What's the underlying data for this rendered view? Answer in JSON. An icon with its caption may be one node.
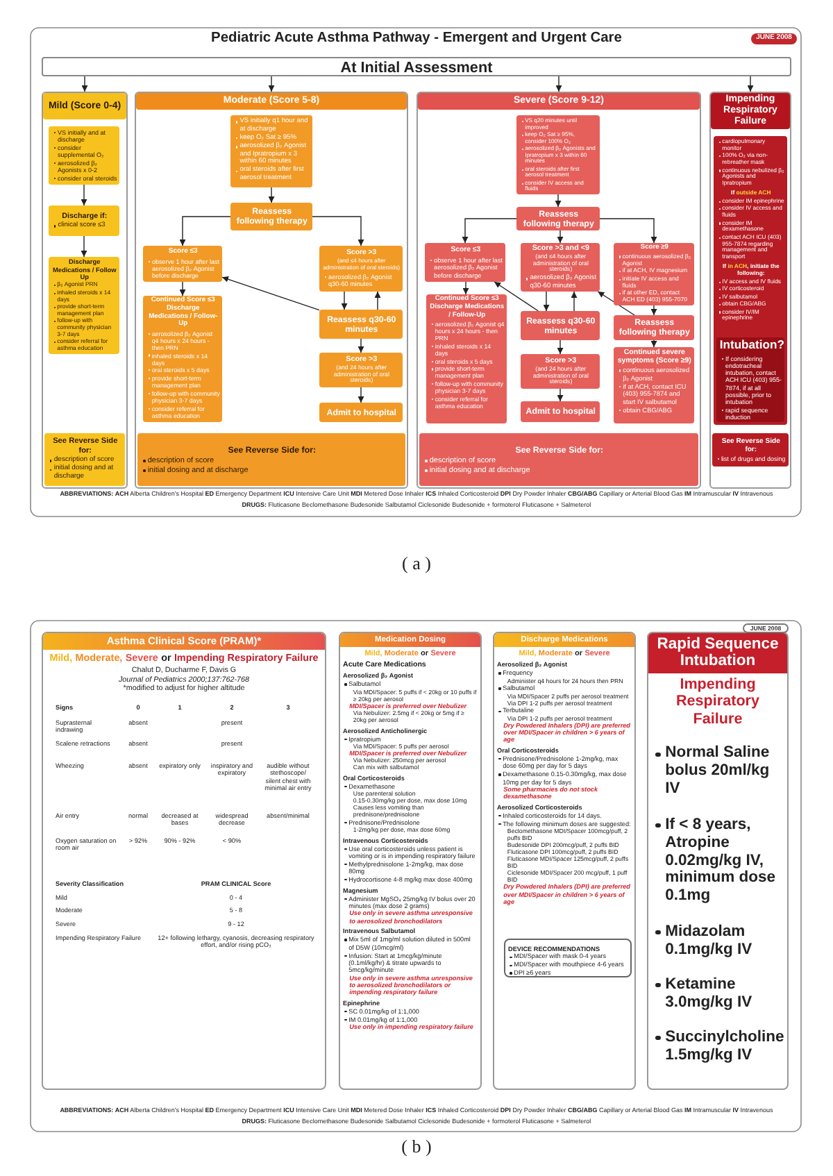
{
  "diagram": {
    "title": "Pediatric Acute Asthma Pathway - Emergent and Urgent Care",
    "nodes": [
      {
        "text": [
          "At Initial Assessment"
        ]
      },
      {
        "text": [
          "Mild (Score 0-4)"
        ]
      },
      {
        "text": [
          "VS initially and at discharge",
          "consider supplemental O₂",
          "aerosolized β₂ Agonists x 0-2",
          "consider oral steroids"
        ],
        "in": 1
      },
      {
        "text": [
          "Discharge if:",
          "clinical score ≤3"
        ],
        "in": 1
      },
      {
        "text": [
          "Discharge Medications / Follow Up",
          "β₂ Agonist PRN",
          "inhaled steroids x 14 days",
          "provide short-term management plan",
          "follow-up with community physician 3-7 days",
          "consider referral for asthma education"
        ],
        "in": 1
      },
      {
        "text": [
          "See Reverse Side for:",
          "description of score",
          "initial dosing and at discharge"
        ],
        "in": 1
      },
      {
        "text": [
          "Moderate (Score 5-8)"
        ]
      },
      {
        "text": [
          "VS initially q1 hour and at discharge",
          "keep O₂ Sat ≥ 95%",
          "aerosolized β₂ Agonist and Ipratropium x 3 within 60 minutes",
          "oral steroids after first aerosol treatment"
        ],
        "in": 6
      },
      {
        "text": [
          "Reassess following therapy"
        ],
        "in": 6
      },
      {
        "text": [
          "Score ≤3",
          "observe 1 hour after last aerosolized β₂ Agonist before discharge"
        ],
        "in": 6
      },
      {
        "text": [
          "Score >3",
          "(and ≤4 hours after administration of oral steroids)",
          "aerosolized β₂ Agonist q30-60 minutes"
        ],
        "in": 6
      },
      {
        "text": [
          "Continued Score ≤3 Discharge Medications / Follow-Up",
          "aerosolized β₂ Agonist q4 hours x 24 hours - then PRN",
          "inhaled steroids x 14 days",
          "oral steroids x 5 days",
          "provide short-term management plan",
          "follow-up with community physician 3-7 days",
          "consider referral for asthma education"
        ],
        "in": 6
      },
      {
        "text": [
          "Reassess q30-60 minutes"
        ],
        "in": 6
      },
      {
        "text": [
          "Score >3",
          "(and 24 hours after administration of oral steroids)"
        ],
        "in": 6
      },
      {
        "text": [
          "Admit to hospital"
        ],
        "in": 6
      },
      {
        "text": [
          "See Reverse Side for:",
          "description of score",
          "initial dosing and at discharge"
        ],
        "in": 6
      },
      {
        "text": [
          "Severe (Score 9-12)"
        ]
      },
      {
        "text": [
          "VS q20 minutes until improved",
          "keep O₂ Sat ≥ 95%, consider 100% O₂",
          "aerosolized β₂ Agonists and Ipratropium x 3 within 60 minutes",
          "oral steroids after first aerosol treatment",
          "consider IV access and fluids"
        ],
        "in": 16
      },
      {
        "text": [
          "Reassess following therapy"
        ],
        "in": 16
      },
      {
        "text": [
          "Score ≤3",
          "observe 1 hour after last aerosolized β₂ Agonist before discharge"
        ],
        "in": 16
      },
      {
        "text": [
          "Score >3 and <9",
          "(and ≤4 hours after administration of oral steroids)",
          "aerosolized β₂ Agonist q30-60 minutes"
        ],
        "in": 16
      },
      {
        "text": [
          "Score ≥9",
          "continuous aerosolized β₂ Agonist",
          "if at ACH, IV magnesium",
          "initiate IV access and fluids",
          "if at other ED, contact ACH ED (403) 955-7070"
        ],
        "in": 16
      },
      {
        "text": [
          "Continued Score ≤3 Discharge Medications / Follow-Up",
          "aerosolized β₂ Agonist q4 hours x 24 hours - then PRN",
          "inhaled steroids x 14 days",
          "oral steroids x 5 days",
          "provide short-term management plan",
          "follow-up with community physician 3-7 days",
          "consider referral for asthma education"
        ],
        "in": 16
      },
      {
        "text": [
          "Reassess q30-60 minutes"
        ],
        "in": 16
      },
      {
        "text": [
          "Reassess following therapy"
        ],
        "in": 16
      },
      {
        "text": [
          "Score >3",
          "(and 24 hours after administration of oral steroids)"
        ],
        "in": 16
      },
      {
        "text": [
          "Continued severe symptoms (Score ≥9)",
          "continuous aerosolized β₂ Agonist",
          "if at ACH, contact ICU (403) 955-7874 and start IV salbutamol",
          "obtain CBG/ABG"
        ],
        "in": 16
      },
      {
        "text": [
          "Admit to hospital"
        ],
        "in": 16
      },
      {
        "text": [
          "See Reverse Side for:",
          "description of score",
          "initial dosing and at discharge"
        ],
        "in": 16
      },
      {
        "text": [
          "Impending Respiratory Failure"
        ]
      },
      {
        "text": [
          "cardiopulmonary monitor",
          "100% O₂ via non-rebreather mask",
          "continuous nebulized β₂ Agonists and Ipratropium",
          "If **outside ACH**",
          "consider IM epinephrine",
          "consider IV access and fluids",
          "consider IM dexamethasone",
          "contact ACH ICU (403) 955-7874 regarding management and transport",
          "If **in ACH**, initiate the following:",
          "IV access and IV fluids",
          "IV corticosteroid",
          "IV salbutamol",
          "obtain CBG/ABG",
          "consider IV/IM epinephrine"
        ],
        "in": 29
      },
      {
        "text": [
          "Intubation?",
          "If considering endotracheal intubation, contact ACH ICU (403) 955-7874, if at all possible, prior to intubation",
          "rapid sequence induction"
        ],
        "in": 30
      },
      {
        "text": [
          "See Reverse Side for:",
          "list of drugs and dosing"
        ],
        "in": 29
      },
      {
        "text": [
          "Asthma Clinical Score (PRAM)*",
          "Mild,",
          "Moderate,",
          "Severe",
          "or",
          "Impending Respiratory Failure",
          "Chalut D, Ducharme F, Davis G",
          "Journal of Pediatrics 2000;137:762-768",
          "*modified to adjust for higher altitude"
        ]
      },
      {
        "text": [
          "Medication Dosing",
          "Mild,",
          "Moderate",
          "or",
          "Severe",
          "Acute Care Medications",
          "Aerosolized β₂ Agonist",
          "Salbutamol",
          "Via MDI/Spacer: 5 puffs if < 20kg or 10 puffs if ≥ 20kg per aerosol",
          "MDI/Spacer is preferred over Nebulizer",
          "Via Nebulizer: 2.5mg if < 20kg or 5mg if ≥ 20kg per aerosol",
          "Aerosolized Anticholinergic",
          "Ipratropium",
          "Via MDI/Spacer: 5 puffs per aerosol",
          "MDI/Spacer is preferred over Nebulizer",
          "Via Nebulizer: 250mcg per aerosol",
          "Can mix with salbutamol",
          "Oral Corticosteroids",
          "Dexamethasone",
          "Use parenteral solution",
          "0.15-0.30mg/kg per dose, max dose 10mg",
          "Causes less vomiting than prednisone/prednisolone",
          "Prednisone/Prednisolone",
          "1-2mg/kg per dose, max dose 60mg",
          "Intravenous Corticosteroids",
          "Use oral corticosteroids unless patient is vomiting or is in impending respiratory failure",
          "Methylprednisolone 1-2mg/kg, max dose 80mg",
          "Hydrocortisone 4-8 mg/kg max dose 400mg",
          "Magnesium",
          "Administer MgSO₄ 25mg/kg IV bolus over 20 minutes (max dose 2 grams)",
          "Use only in severe asthma unresponsive to aerosolized bronchodilators",
          "Intravenous Salbutamol",
          "Mix 5ml of 1mg/ml solution diluted in 500ml of D5W (10mcg/ml)",
          "Infusion: Start at 1mcg/kg/minute (0.1ml/kg/hr) & titrate upwards to 5mcg/kg/minute",
          "Use only in severe asthma unresponsive to aerosolized bronchodilators or impending respiratory failure",
          "Epinephrine",
          "SC 0.01mg/kg of 1:1,000",
          "IM 0.01mg/kg of 1:1,000",
          "Use only in impending respiratory failure"
        ]
      },
      {
        "text": [
          "Discharge Medications",
          "Mild,",
          "Moderate",
          "or",
          "Severe",
          "Aerosolized β₂ Agonist",
          "Frequency",
          "Administer q4 hours for 24 hours then PRN",
          "Salbutamol",
          "Via MDI/Spacer 2 puffs per aerosol treatment",
          "Via DPI 1-2 puffs per aerosol treatment",
          "Terbutaline",
          "Via DPI 1-2 puffs per aerosol treatment",
          "Dry Powdered Inhalers (DPI) are preferred over MDI/Spacer in children > 6 years of age",
          "Oral Corticosteroids",
          "Prednisone/Prednisolone 1-2mg/kg, max dose 60mg per day for 5 days",
          "Dexamethasone 0.15-0.30mg/kg, max dose 10mg per day for 5 days",
          "Some pharmacies do not stock dexamethasone",
          "Aerosolized Corticosteroids",
          "Inhaled corticosteroids for 14 days.",
          "The following minimum doses are suggested:",
          "Beclomethasone MDI/Spacer 100mcg/puff, 2 puffs BID",
          "Budesonide DPI 200mcg/puff, 2 puffs BID",
          "Fluticasone DPI 100mcg/puff, 2 puffs BID",
          "Fluticasone MDI/Spacer 125mcg/puff, 2 puffs BID",
          "Ciclesonide MDI/Spacer 200 mcg/puff, 1 puff BID",
          "Dry Powdered Inhalers (DPI) are preferred over MDI/Spacer in children > 6 years of age"
        ]
      },
      {
        "text": [
          "DEVICE RECOMMENDATIONS",
          "MDI/Spacer with mask 0-4 years",
          "MDI/Spacer with mouthpiece 4-6 years",
          "DPI ≥6 years"
        ],
        "in": 35
      },
      {
        "text": [
          "Rapid Sequence Intubation",
          "Impending Respiratory Failure",
          "Normal Saline bolus 20ml/kg IV",
          "If < 8 years, Atropine 0.02mg/kg IV, minimum dose 0.1mg",
          "Midazolam 0.1mg/kg IV",
          "Ketamine 3.0mg/kg IV",
          "Succinylcholine 1.5mg/kg IV"
        ]
      }
    ],
    "edges": [
      {
        "from": 0,
        "to": 1,
        "arrow": "to"
      },
      {
        "from": 0,
        "to": 6,
        "arrow": "to"
      },
      {
        "from": 0,
        "to": 16,
        "arrow": "to"
      },
      {
        "from": 0,
        "to": 29,
        "arrow": "to"
      },
      {
        "from": 2,
        "to": 3,
        "arrow": "to"
      },
      {
        "from": 3,
        "to": 4,
        "arrow": "to"
      },
      {
        "from": 7,
        "to": 8,
        "arrow": "to"
      },
      {
        "from": 8,
        "to": 9,
        "arrow": "to"
      },
      {
        "from": 8,
        "to": 10,
        "arrow": "to"
      },
      {
        "from": 9,
        "to": 11,
        "arrow": "to"
      },
      {
        "from": 10,
        "to": 12,
        "arrow": "to"
      },
      {
        "from": 12,
        "to": 10,
        "arrow": "to"
      },
      {
        "from": 12,
        "to": 9,
        "arrow": "to"
      },
      {
        "from": 12,
        "to": 13,
        "arrow": "to"
      },
      {
        "from": 13,
        "to": 14,
        "arrow": "to"
      },
      {
        "from": 17,
        "to": 18,
        "arrow": "to"
      },
      {
        "from": 18,
        "to": 19,
        "arrow": "to"
      },
      {
        "from": 18,
        "to": 20,
        "arrow": "to"
      },
      {
        "from": 18,
        "to": 21,
        "arrow": "to"
      },
      {
        "from": 19,
        "to": 22,
        "arrow": "to"
      },
      {
        "from": 20,
        "to": 23,
        "arrow": "to"
      },
      {
        "from": 23,
        "to": 20,
        "arrow": "to"
      },
      {
        "from": 23,
        "to": 19,
        "arrow": "to"
      },
      {
        "from": 23,
        "to": 25,
        "arrow": "to"
      },
      {
        "from": 25,
        "to": 27,
        "arrow": "to"
      },
      {
        "from": 21,
        "to": 24,
        "arrow": "to"
      },
      {
        "from": 24,
        "to": 20,
        "arrow": "to"
      },
      {
        "from": 24,
        "to": 26,
        "arrow": "to"
      }
    ],
    "labels": [
      "JUNE 2008",
      "**ABBREVIATIONS:** **ACH** Alberta Children's Hospital **ED** Emergency Department **ICU** Intensive Care Unit **MDI** Metered Dose Inhaler **ICS** Inhaled Corticosteroid **DPI** Dry Powder Inhaler **CBG/ABG** Capillary or Arterial Blood Gas **IM** Intramuscular **IV** Intravenous",
      "**DRUGS:** Fluticasone Beclomethasone Budesonide Salbutamol Ciclesonide Budesonide + formoterol Fluticasone + Salmeterol",
      "( a )",
      "JUNE 2008",
      "Signs",
      "0",
      "1",
      "2",
      "3",
      "Suprasternal indrawing",
      "absent",
      "present",
      "Scalene retractions",
      "absent",
      "present",
      "Wheezing",
      "absent",
      "expiratory only",
      "inspiratory and expiratory",
      "audible without stethoscope/ silent chest with minimal air entry",
      "Air entry",
      "normal",
      "decreased at bases",
      "widespread decrease",
      "absent/minimal",
      "Oxygen saturation on room air",
      "> 92%",
      "90% - 92%",
      "< 90%",
      "Severity Classification",
      "**PRAM CLINICAL** Score",
      "Mild",
      "0 - 4",
      "Moderate",
      "5 - 8",
      "Severe",
      "9 - 12",
      "Impending Respiratory Failure",
      "12+ following lethargy, cyanosis, decreasing respiratory effort, and/or rising pCO₂",
      "**ABBREVIATIONS:** **ACH** Alberta Children's Hospital **ED** Emergency Department **ICU** Intensive Care Unit **MDI** Metered Dose Inhaler **ICS** Inhaled Corticosteroid **DPI** Dry Powder Inhaler **CBG/ABG** Capillary or Arterial Blood Gas **IM** Intramuscular **IV** Intravenous",
      "**DRUGS:** Fluticasone Beclomethasone Budesonide Salbutamol Ciclesonide Budesonide + formoterol Fluticasone + Salmeterol",
      "( b )"
    ]
  }
}
